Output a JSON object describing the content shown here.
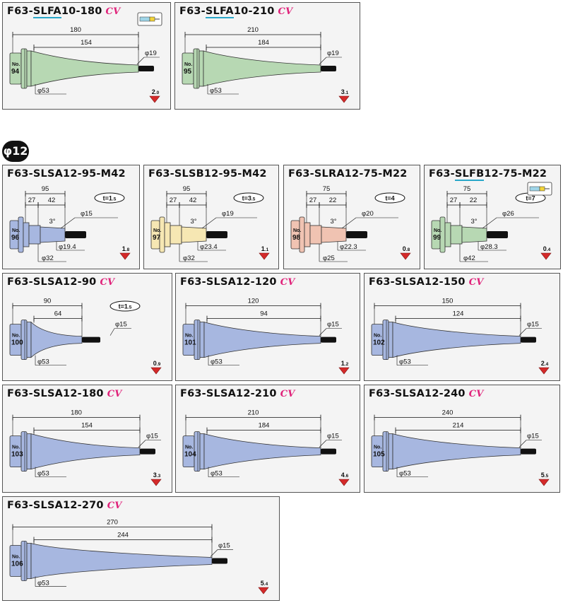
{
  "section_label": "φ12",
  "tools": [
    {
      "id": "c94",
      "title_parts": [
        "F63-",
        "SLFA",
        "10-180"
      ],
      "underline": true,
      "cv": "CV",
      "no_label": "No.",
      "no": "94",
      "total": "180",
      "taper": "154",
      "tip_dia": "φ19",
      "base_dia": "φ53",
      "weight": "2.0",
      "color": "#b7d8b3",
      "shape": "long",
      "icon": true
    },
    {
      "id": "c95",
      "title_parts": [
        "F63-",
        "SLFA",
        "10-210"
      ],
      "underline": true,
      "cv": "CV",
      "no_label": "No.",
      "no": "95",
      "total": "210",
      "taper": "184",
      "tip_dia": "φ19",
      "base_dia": "φ53",
      "weight": "3.1",
      "color": "#b7d8b3",
      "shape": "long",
      "icon": false
    },
    {
      "id": "c96",
      "title_parts": [
        "F63-SLSA12-95-M42"
      ],
      "underline": false,
      "cv": "",
      "no_label": "No.",
      "no": "96",
      "total": "95",
      "d1": "27",
      "d2": "42",
      "angle": "3°",
      "t": "t=1.5",
      "tip_dia": "φ15",
      "mid_dia": "φ19.4",
      "base_dia": "φ32",
      "weight": "1.8",
      "color": "#a7b7e0",
      "shape": "step",
      "icon": false
    },
    {
      "id": "c97",
      "title_parts": [
        "F63-SLSB12-95-M42"
      ],
      "underline": false,
      "cv": "",
      "no_label": "No.",
      "no": "97",
      "total": "95",
      "d1": "27",
      "d2": "42",
      "angle": "3°",
      "t": "t=3.5",
      "tip_dia": "φ19",
      "mid_dia": "φ23.4",
      "base_dia": "φ32",
      "weight": "1.1",
      "color": "#f6e7b3",
      "shape": "step",
      "icon": false
    },
    {
      "id": "c98",
      "title_parts": [
        "F63-SLRA12-75-M22"
      ],
      "underline": false,
      "cv": "",
      "no_label": "No.",
      "no": "98",
      "total": "75",
      "d1": "27",
      "d2": "22",
      "angle": "3°",
      "t": "t=4",
      "tip_dia": "φ20",
      "mid_dia": "φ22.3",
      "base_dia": "φ25",
      "weight": "0.8",
      "color": "#f0c3b2",
      "shape": "step",
      "icon": false
    },
    {
      "id": "c99",
      "title_parts": [
        "F63-",
        "SLFB",
        "12-75-M22"
      ],
      "underline": true,
      "cv": "",
      "no_label": "No.",
      "no": "99",
      "total": "75",
      "d1": "27",
      "d2": "22",
      "angle": "3°",
      "t": "t=7",
      "tip_dia": "φ26",
      "mid_dia": "φ28.3",
      "base_dia": "φ42",
      "weight": "0.4",
      "color": "#b7d8b3",
      "shape": "step",
      "icon": true
    },
    {
      "id": "c100",
      "title_parts": [
        "F63-SLSA12-90"
      ],
      "underline": false,
      "cv": "CV",
      "no_label": "No.",
      "no": "100",
      "total": "90",
      "taper": "64",
      "t": "t=1.5",
      "tip_dia": "φ15",
      "base_dia": "φ53",
      "weight": "0.9",
      "color": "#a7b7e0",
      "shape": "curve",
      "icon": false
    },
    {
      "id": "c101",
      "title_parts": [
        "F63-SLSA12-120"
      ],
      "underline": false,
      "cv": "CV",
      "no_label": "No.",
      "no": "101",
      "total": "120",
      "taper": "94",
      "tip_dia": "φ15",
      "base_dia": "φ53",
      "weight": "1.2",
      "color": "#a7b7e0",
      "shape": "long",
      "icon": false
    },
    {
      "id": "c102",
      "title_parts": [
        "F63-SLSA12-150"
      ],
      "underline": false,
      "cv": "CV",
      "no_label": "No.",
      "no": "102",
      "total": "150",
      "taper": "124",
      "tip_dia": "φ15",
      "base_dia": "φ53",
      "weight": "2.4",
      "color": "#a7b7e0",
      "shape": "long",
      "icon": false
    },
    {
      "id": "c103",
      "title_parts": [
        "F63-SLSA12-180"
      ],
      "underline": false,
      "cv": "CV",
      "no_label": "No.",
      "no": "103",
      "total": "180",
      "taper": "154",
      "tip_dia": "φ15",
      "base_dia": "φ53",
      "weight": "3.3",
      "color": "#a7b7e0",
      "shape": "long",
      "icon": false
    },
    {
      "id": "c104",
      "title_parts": [
        "F63-SLSA12-210"
      ],
      "underline": false,
      "cv": "CV",
      "no_label": "No.",
      "no": "104",
      "total": "210",
      "taper": "184",
      "tip_dia": "φ15",
      "base_dia": "φ53",
      "weight": "4.6",
      "color": "#a7b7e0",
      "shape": "long",
      "icon": false
    },
    {
      "id": "c105",
      "title_parts": [
        "F63-SLSA12-240"
      ],
      "underline": false,
      "cv": "CV",
      "no_label": "No.",
      "no": "105",
      "total": "240",
      "taper": "214",
      "tip_dia": "φ15",
      "base_dia": "φ53",
      "weight": "5.5",
      "color": "#a7b7e0",
      "shape": "long",
      "icon": false
    },
    {
      "id": "c106",
      "title_parts": [
        "F63-SLSA12-270"
      ],
      "underline": false,
      "cv": "CV",
      "no_label": "No.",
      "no": "106",
      "total": "270",
      "taper": "244",
      "tip_dia": "φ15",
      "base_dia": "φ53",
      "weight": "5.4",
      "color": "#a7b7e0",
      "shape": "long",
      "icon": false
    }
  ]
}
